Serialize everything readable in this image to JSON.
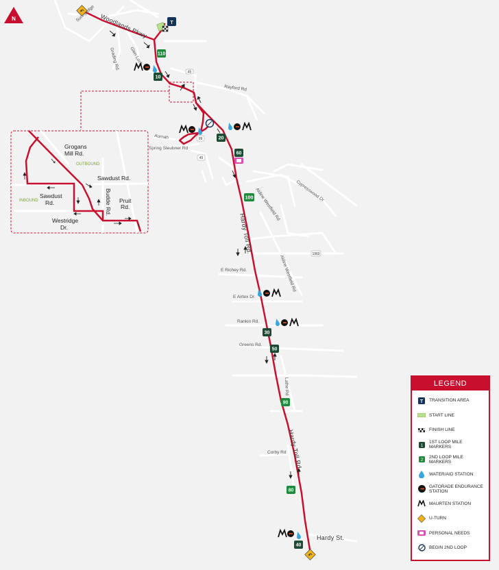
{
  "compass": {
    "label": "N"
  },
  "streets": {
    "woodlands_pkwy": "Woodlands Pkwy",
    "hardy_toll_upper": "Hardy Toll Rd.",
    "hardy_toll_lower": "Hardy Toll Rd.",
    "hardy_st": "Hardy St.",
    "rayford": "Rayford Rd",
    "aldine_westfield_1": "Aldine Westfield Rd",
    "aldine_westfield_2": "Aldine Westfield Rd",
    "cypresswood": "Cypresswood Dr",
    "e_richey": "E Richey Rd.",
    "e_airtex": "E Airtex Dr.",
    "rankin": "Rankin Rd.",
    "greens": "Greens Rd.",
    "lathe": "Lathe Rd",
    "corby": "Corby Rd",
    "sunnygate": "Sunnyridge",
    "grogans_rd": "Grading Rd.",
    "glen_loch": "Glen Loch",
    "aurora": "Aurnah",
    "spring_steubner": "Spring Steubner Rd",
    "route_45a": "45",
    "route_45b": "45",
    "route_99": "99",
    "route_1960": "1960"
  },
  "inset": {
    "grogans_mill": "Grogans\nMill Rd.",
    "grogans_line1": "Grogans",
    "grogans_line2": "Mill Rd.",
    "outbound": "OUTBOUND",
    "inbound": "INBOUND",
    "sawdust_right": "Sawdust Rd.",
    "sawdust_left_1": "Sawdust",
    "sawdust_left_2": "Rd.",
    "budde": "Budde Rd.",
    "pruit_1": "Pruit",
    "pruit_2": "Rd.",
    "westridge_1": "Westridge",
    "westridge_2": "Dr."
  },
  "markers": {
    "transition": "T",
    "loop1": [
      "10",
      "20",
      "30",
      "40",
      "50",
      "60"
    ],
    "loop2": [
      "80",
      "90",
      "100",
      "110"
    ]
  },
  "legend": {
    "title": "LEGEND",
    "items": [
      {
        "icon": "transition-area-icon",
        "label": "TRANSITION AREA"
      },
      {
        "icon": "start-line-icon",
        "label": "START LINE"
      },
      {
        "icon": "finish-line-icon",
        "label": "FINISH LINE"
      },
      {
        "icon": "first-loop-marker-icon",
        "label": "1ST LOOP MILE MARKERS"
      },
      {
        "icon": "second-loop-marker-icon",
        "label": "2ND LOOP MILE MARKERS"
      },
      {
        "icon": "water-aid-station-icon",
        "label": "WATER/AID STATION"
      },
      {
        "icon": "gatorade-station-icon",
        "label": "GATORADE ENDURANCE STATION"
      },
      {
        "icon": "maurten-station-icon",
        "label": "MAURTEN STATION"
      },
      {
        "icon": "u-turn-icon",
        "label": "U-TURN"
      },
      {
        "icon": "personal-needs-icon",
        "label": "PERSONAL NEEDS"
      },
      {
        "icon": "begin-second-loop-icon",
        "label": "BEGIN 2ND LOOP"
      }
    ]
  },
  "colors": {
    "route": "#c8102e",
    "loop1_marker": "#1d4a33",
    "loop2_marker": "#1f8a3c",
    "water": "#3aa6dd",
    "transition": "#16335a",
    "uturn": "#f2b21b",
    "personal_needs": "#d94fb3"
  }
}
